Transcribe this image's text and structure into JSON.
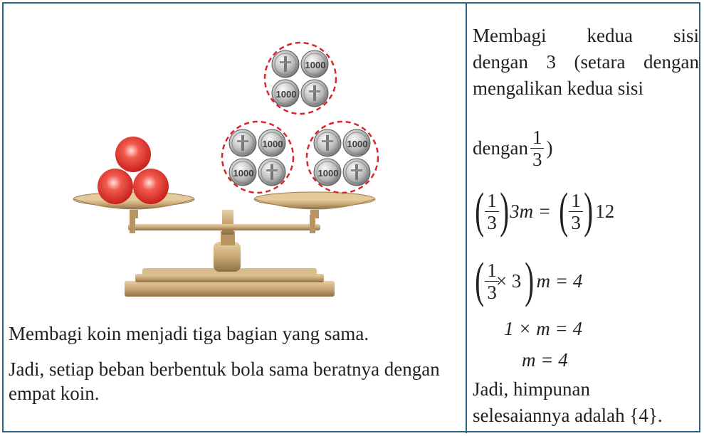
{
  "left_panel": {
    "caption_1": "Membagi koin menjadi tiga bagian yang sama.",
    "caption_2": "Jadi, setiap beban berbentuk bola sama beratnya dengan empat koin."
  },
  "right_panel": {
    "intro_line_1": "Membagi kedua sisi",
    "intro_line_2": "dengan 3 (setara dengan",
    "intro_line_3": "mengalikan kedua sisi",
    "intro_line_4_prefix": "dengan",
    "intro_line_4_suffix": ")",
    "frac_num": "1",
    "frac_den": "3",
    "eq1_mid": "3m =",
    "eq1_end": "12",
    "eq2_times": "× 3",
    "eq2_end": "m = 4",
    "eq3": "1 × m = 4",
    "eq4": "m = 4",
    "conclusion_1": "Jadi, himpunan",
    "conclusion_2": "selesaiannya adalah {4}."
  },
  "coin_label": "1000",
  "colors": {
    "border": "#2c6386",
    "ball": "#e8302c",
    "scale": "#c9a774",
    "dash": "#d9252a"
  }
}
